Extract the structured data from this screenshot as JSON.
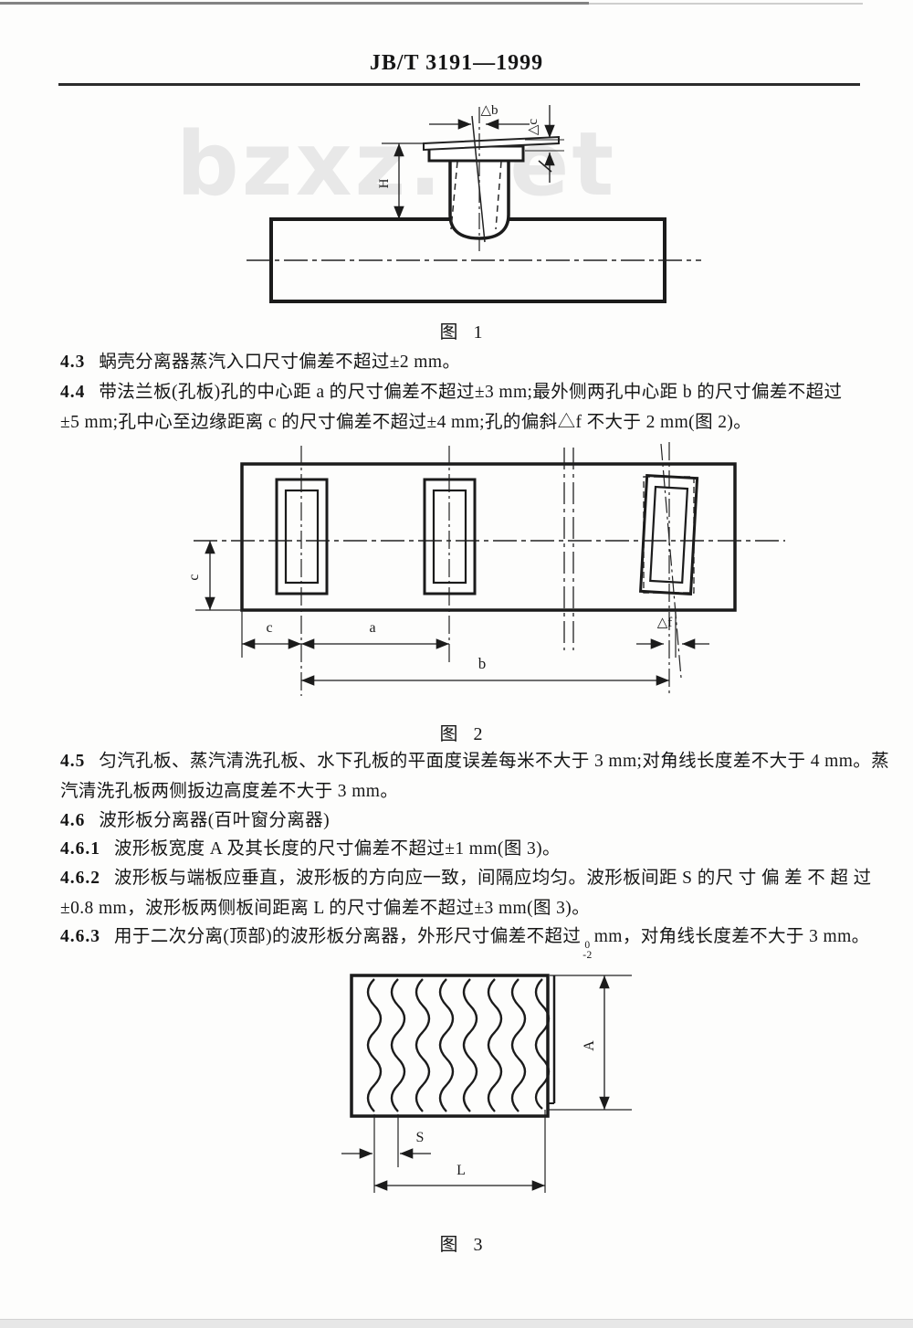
{
  "colors": {
    "ink": "#1b1b1b",
    "watermark": "#e8e8e8",
    "scan_bar": "#e7e7e7"
  },
  "header": {
    "title": "JB/T 3191—1999"
  },
  "watermark": {
    "text": "bzxz.net"
  },
  "figure1": {
    "caption": "图 1",
    "label_delta_b": "△b",
    "label_delta_c": "△c",
    "label_h": "H"
  },
  "figure2": {
    "caption": "图 2",
    "label_c_left": "c",
    "label_c": "c",
    "label_a": "a",
    "label_b": "b",
    "label_delta_f": "△f"
  },
  "figure3": {
    "caption": "图 3",
    "label_a": "A",
    "label_s": "S",
    "label_l": "L"
  },
  "text": {
    "s43_num": "4.3",
    "s43_body": "蜗壳分离器蒸汽入口尺寸偏差不超过±2 mm。",
    "s44_num": "4.4",
    "s44_line1": "带法兰板(孔板)孔的中心距 a 的尺寸偏差不超过±3 mm;最外侧两孔中心距 b 的尺寸偏差不超过",
    "s44_line2": "±5 mm;孔中心至边缘距离 c 的尺寸偏差不超过±4 mm;孔的偏斜△f 不大于 2 mm(图 2)。",
    "s45_num": "4.5",
    "s45_line1": "匀汽孔板、蒸汽清洗孔板、水下孔板的平面度误差每米不大于 3 mm;对角线长度差不大于 4 mm。蒸",
    "s45_line2": "汽清洗孔板两侧扳边高度差不大于 3 mm。",
    "s46_num": "4.6",
    "s46_body": "波形板分离器(百叶窗分离器)",
    "s461_num": "4.6.1",
    "s461_body": "波形板宽度 A 及其长度的尺寸偏差不超过±1 mm(图 3)。",
    "s462_num": "4.6.2",
    "s462_line1": "波形板与端板应垂直，波形板的方向应一致，间隔应均匀。波形板间距 S 的尺 寸 偏 差 不 超 过",
    "s462_line2": "±0.8 mm，波形板两侧板间距离 L 的尺寸偏差不超过±3 mm(图 3)。",
    "s463_num": "4.6.3",
    "s463_before": "用于二次分离(顶部)的波形板分离器，外形尺寸偏差不超过",
    "s463_tol_sup": "0",
    "s463_tol_sub": "-2",
    "s463_after": "mm，对角线长度差不大于 3 mm。"
  }
}
